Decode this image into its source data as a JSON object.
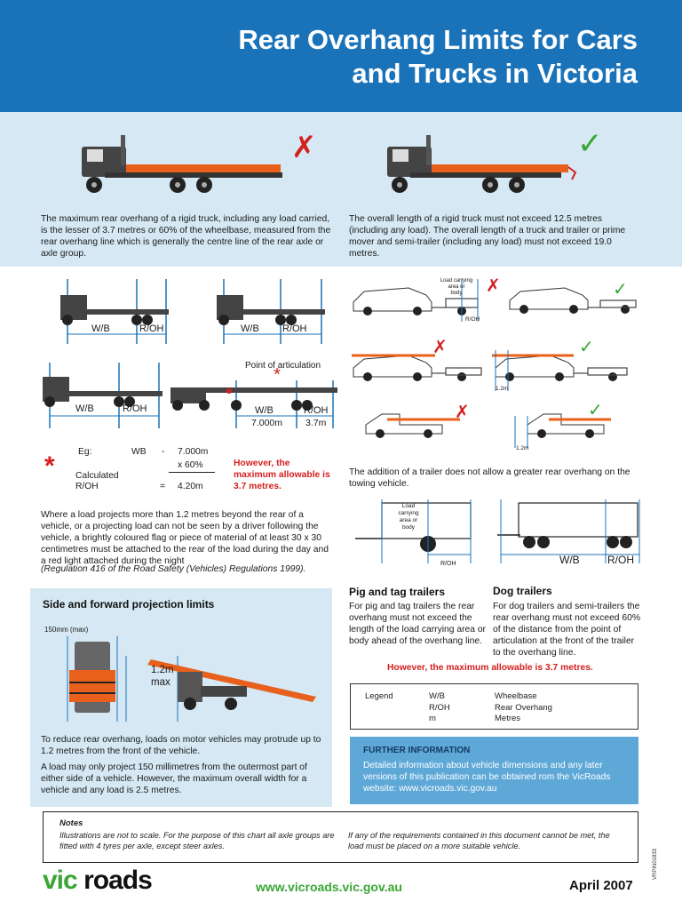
{
  "header": {
    "title_line1": "Rear Overhang Limits for Cars",
    "title_line2": "and Trucks in Victoria"
  },
  "top": {
    "left_text": "The maximum rear overhang of a rigid truck, including any load carried, is the lesser of 3.7 metres or 60% of the wheelbase, measured from the rear overhang line which is generally the centre line of the rear axle or axle group.",
    "right_text": "The overall length of a rigid truck must not exceed 12.5 metres (including any load). The overall length of a truck and trailer or prime mover and semi-trailer (including any load) must not exceed 19.0 metres.",
    "cross": "✗",
    "tick": "✓"
  },
  "diagrams": {
    "wb": "W/B",
    "roh": "R/OH",
    "point_of_articulation": "Point of articulation",
    "dim_7000": "7.000m",
    "dim_37": "3.7m",
    "load_area": [
      "Load carrying",
      "area or",
      "body"
    ],
    "load_area_b": [
      "Load",
      "carrying",
      "area or",
      "body"
    ],
    "dim_12m": "1.2m"
  },
  "example": {
    "eg": "Eg:",
    "wb": "WB",
    "minus": "-",
    "wb_val": "7.000m",
    "times": "x 60%",
    "calc": "Calculated",
    "roh": "R/OH",
    "eq": "=",
    "result": "4.20m",
    "asterisk": "*",
    "note": "However, the maximum allowable is 3.7 metres."
  },
  "projection_text": "Where a load projects more than 1.2 metres beyond the rear of a vehicle, or a projecting load can not be seen by a driver following the vehicle, a brightly coloured flag or piece of material of at least 30 x 30 centimetres must be attached to the rear of the load during the day and a red light attached during the night",
  "regulation": "(Regulation 416 of the Road Safety (Vehicles) Regulations 1999).",
  "trailer_text": "The addition of a trailer does not allow a greater rear overhang on the towing vehicle.",
  "side": {
    "heading": "Side and forward projection limits",
    "width_label": "150mm (max)",
    "proj_label": "1.2m",
    "proj_max": "max",
    "text1": "To reduce rear overhang, loads on motor vehicles may protrude up to 1.2 metres from the front of the vehicle.",
    "text2": "A load may only project 150 millimetres from the outermost part of either side of a vehicle. However, the maximum overall width for a vehicle and any load is 2.5 metres."
  },
  "pig": {
    "heading": "Pig and tag trailers",
    "text": "For pig and tag trailers the rear overhang must not exceed the length of the load carrying area or body ahead of the overhang line."
  },
  "dog": {
    "heading": "Dog trailers",
    "text": "For dog trailers and semi-trailers the rear overhang must not exceed 60% of the distance from the point of articulation at the front of the trailer to the overhang line."
  },
  "max_note": "However, the maximum allowable is 3.7 metres.",
  "legend": {
    "title": "Legend",
    "abbr": [
      "W/B",
      "R/OH",
      "m"
    ],
    "meaning": [
      "Wheelbase",
      "Rear Overhang",
      "Metres"
    ]
  },
  "further": {
    "title": "FURTHER INFORMATION",
    "text": "Detailed information about vehicle dimensions and any later versions of this publication can be obtained rom the VicRoads website:  www.vicroads.vic.gov.au"
  },
  "notes": {
    "title": "Notes",
    "left": "Illustrations are not to scale.  For the purpose of this chart all axle groups are fitted with 4 tyres per axle, except steer axles.",
    "right": "If any of the requirements contained in this document cannot be met, the load must be placed on a more suitable vehicle."
  },
  "footer": {
    "logo_vic": "vic",
    "logo_roads": "roads",
    "url": "www.vicroads.vic.gov.au",
    "date": "April 2007",
    "code": "VRPIN01833"
  },
  "colors": {
    "blue": "#1a73b9",
    "light_blue": "#d5e8f3",
    "orange": "#e8601c",
    "red": "#d3201f",
    "green": "#3aa635"
  }
}
